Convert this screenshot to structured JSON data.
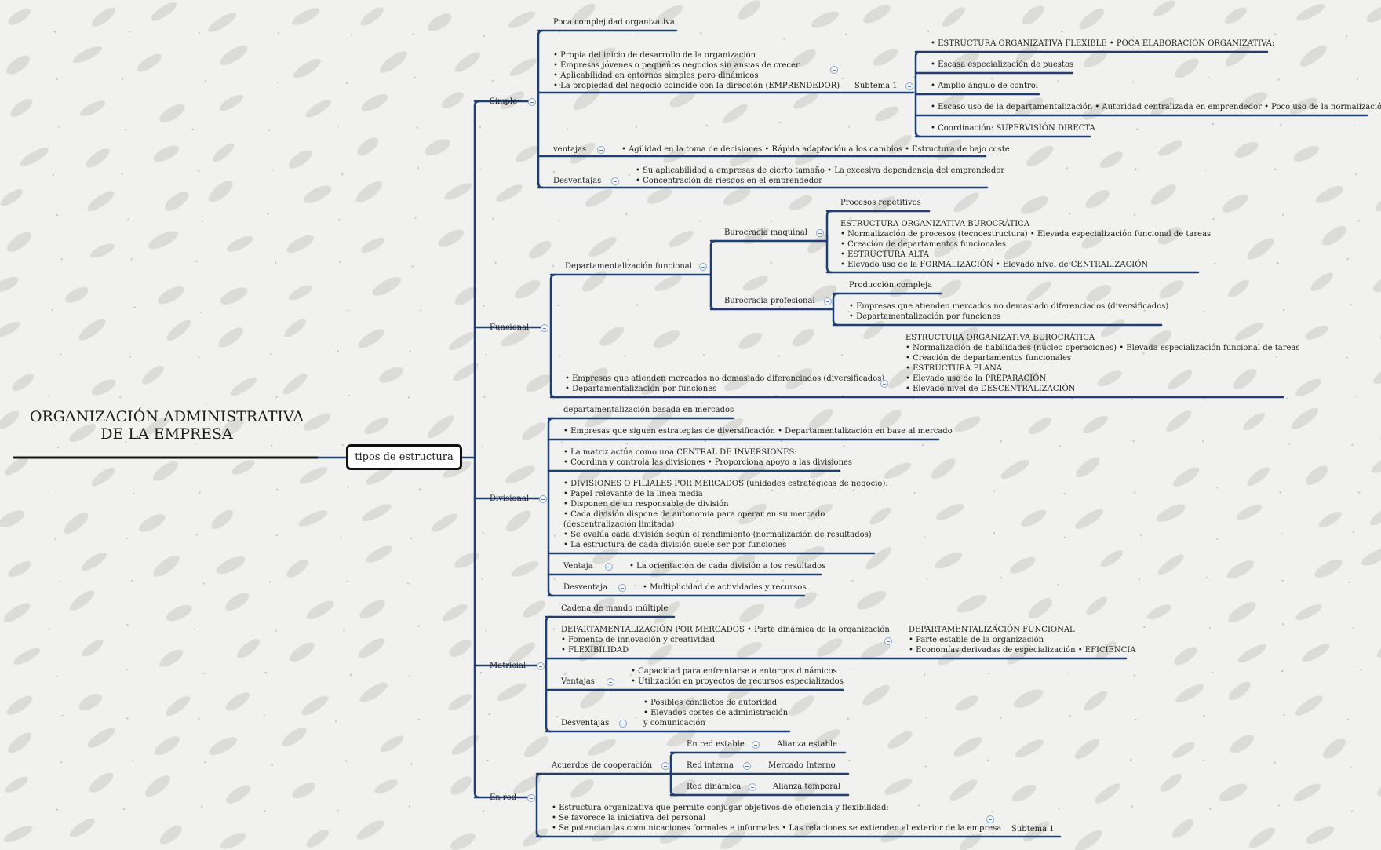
{
  "title": "ORGANIZACIÓN ADMINISTRATIVA\nDE LA EMPRESA",
  "central": "tipos de estructura",
  "colors": {
    "branch": "#1f3f73",
    "title_line": "#111111"
  },
  "simple": {
    "label": "Simple",
    "complejidad": "Poca complejidad organizativa",
    "propia": "• Propia del inicio de desarrollo de la organización\n• Empresas jóvenes o pequeños negocios sin ansias de crecer\n• Aplicabilidad en entornos simples pero dinámicos\n• La propiedad del negocio coincide con la dirección (EMPRENDEDOR)",
    "subtema": "Subtema 1",
    "sub_items": [
      "• ESTRUCTURA ORGANIZATIVA FLEXIBLE • POCA ELABORACIÓN ORGANIZATIVA:",
      "• Escasa especialización de puestos",
      "• Amplio ángulo de control",
      "• Escaso uso de la departamentalización • Autoridad centralizada en emprendedor • Poco uso de la normalización",
      "• Coordinación: SUPERVISIÓN DIRECTA"
    ],
    "ventajas": "ventajas",
    "ventajas_text": "• Agilidad en la toma de decisiones • Rápida adaptación a los cambios • Estructura de bajo coste",
    "desventajas": "Desventajas",
    "desventajas_text": "• Su aplicabilidad a empresas de cierto tamaño • La excesiva dependencia del emprendedor\n• Concentración de riesgos en el emprendedor"
  },
  "funcional": {
    "label": "Funcional",
    "departamentalizacion": "Departamentalización funcional",
    "maquinal": "Burocracia maquinal",
    "procesos": "Procesos repetitivos",
    "maquinal_text": "ESTRUCTURA ORGANIZATIVA BUROCRÁTICA\n• Normalización de procesos (tecnoestructura) • Elevada especialización funcional de tareas\n• Creación de departamentos funcionales\n• ESTRUCTURA ALTA\n• Elevado uso de la FORMALIZACIÓN • Elevado nivel de CENTRALIZACIÓN",
    "profesional": "Burocracia profesional",
    "produccion": "Producción compleja",
    "profesional_text": "• Empresas que atienden mercados no demasiado diferenciados (diversificados)\n• Departamentalización por funciones",
    "empresas_text": "• Empresas que atienden mercados no demasiado diferenciados (diversificados)\n• Departamentalización por funciones",
    "burocratica_text": "ESTRUCTURA ORGANIZATIVA BUROCRÁTICA\n• Normalización de habilidades (núcleo operaciones) • Elevada especialización funcional de tareas\n• Creación de departamentos funcionales\n• ESTRUCTURA PLANA\n• Elevado uso de la PREPARACIÓN\n• Elevado nivel de DESCENTRALIZACIÓN"
  },
  "divisional": {
    "label": "Divisional",
    "basada": "departamentalización basada en mercados",
    "estrategias": "• Empresas que siguen estrategias de diversificación • Departamentalización en base al mercado",
    "matriz": "• La matriz actúa como una CENTRAL DE INVERSIONES:\n• Coordina y controla las divisiones • Proporciona apoyo a las divisiones",
    "divisiones": "• DIVISIONES O FILIALES POR MERCADOS (unidades estratégicas de negocio):\n• Papel relevante de la línea media\n• Disponen de un responsable de división\n• Cada división dispone de autonomía para operar en su mercado\n(descentralización limitada)\n• Se evalúa cada división según el rendimiento (normalización de resultados)\n• La estructura de cada división suele ser por funciones",
    "ventaja": "Ventaja",
    "ventaja_text": "• La orientación de cada división a los resultados",
    "desventaja": "Desventaja",
    "desventaja_text": "• Multiplicidad de actividades y recursos"
  },
  "matricial": {
    "label": "Matricial",
    "cadena": "Cadena de mando múltiple",
    "mercados": "DEPARTAMENTALIZACIÓN POR MERCADOS • Parte dinámica de la organización\n• Fomento de innovación y creatividad\n• FLEXIBILIDAD",
    "funcional": "DEPARTAMENTALIZACIÓN FUNCIONAL\n• Parte estable de la organización\n• Economías derivadas de especialización • EFICIENCIA",
    "ventajas": "Ventajas",
    "ventajas_text": "• Capacidad para enfrentarse a entornos dinámicos\n• Utilización en proyectos de recursos especializados",
    "desventajas": "Desventajas",
    "desventajas_text": "• Posibles conflictos de autoridad\n• Elevados costes de administración\ny comunicación"
  },
  "enred": {
    "label": "En red",
    "acuerdos": "Acuerdos de cooperación",
    "estable": "En red estable",
    "alianza_estable": "Alianza estable",
    "interna": "Red interna",
    "mercado_interno": "Mercado Interno",
    "dinamica": "Red dinámica",
    "alianza_temporal": "Alianza temporal",
    "estructura_text": "• Estructura organizativa que permite conjugar objetivos de eficiencia y flexibilidad:\n• Se favorece la iniciativa del personal\n• Se potencian las comunicaciones formales e informales • Las relaciones se extienden al exterior de la empresa",
    "subtema": "Subtema 1"
  }
}
